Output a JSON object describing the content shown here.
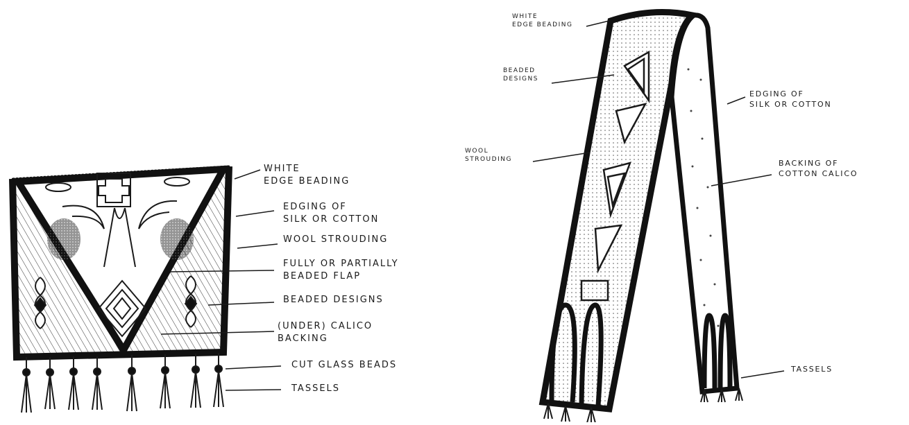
{
  "pouch": {
    "labels": [
      "WHITE\nEDGE BEADING",
      "EDGING OF\nSILK OR COTTON",
      "WOOL STROUDING",
      "FULLY OR PARTIALLY\nBEADED FLAP",
      "BEADED DESIGNS",
      "(UNDER) CALICO\nBACKING",
      "CUT GLASS BEADS",
      "TASSELS"
    ]
  },
  "sash": {
    "labels": [
      "WHITE\nEDGE BEADING",
      "BEADED\nDESIGNS",
      "WOOL\nSTROUDING",
      "EDGING OF\nSILK OR COTTON",
      "BACKING OF\nCOTTON CALICO",
      "TASSELS"
    ]
  },
  "colors": {
    "ink": "#1a1a1a",
    "paper": "#ffffff"
  }
}
